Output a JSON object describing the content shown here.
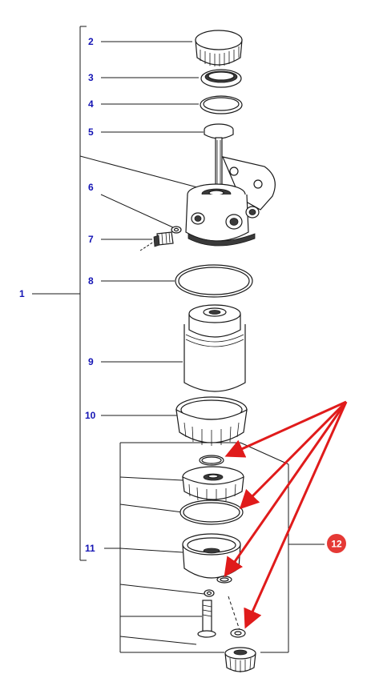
{
  "diagram": {
    "label_color": "#1414b4",
    "arrow_color": "#e01b1b",
    "badge_color": "#e53935",
    "badge_text_color": "#ffffff",
    "labels": {
      "l1": "1",
      "l2": "2",
      "l3": "3",
      "l4": "4",
      "l5": "5",
      "l6": "6",
      "l7": "7",
      "l8": "8",
      "l9": "9",
      "l10": "10",
      "l11": "11"
    },
    "badge": "12"
  }
}
